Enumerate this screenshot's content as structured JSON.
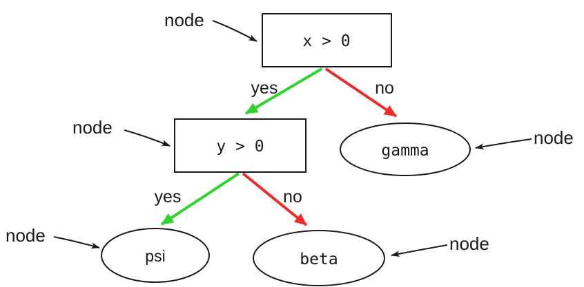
{
  "diagram": {
    "kind": "decision-tree",
    "annotation_label": "node",
    "nodes": {
      "root": {
        "label": "x > 0",
        "shape": "rect"
      },
      "left": {
        "label": "y > 0",
        "shape": "rect"
      },
      "gamma": {
        "label": "gamma",
        "shape": "ellipse"
      },
      "psi": {
        "label": "psi",
        "shape": "ellipse"
      },
      "beta": {
        "label": "beta",
        "shape": "ellipse"
      }
    },
    "edges": [
      {
        "from": "x > 0",
        "to": "y > 0",
        "label": "yes",
        "color_key": "yes"
      },
      {
        "from": "x > 0",
        "to": "gamma",
        "label": "no",
        "color_key": "no"
      },
      {
        "from": "y > 0",
        "to": "psi",
        "label": "yes",
        "color_key": "yes"
      },
      {
        "from": "y > 0",
        "to": "beta",
        "label": "no",
        "color_key": "no"
      }
    ],
    "colors": {
      "yes": "#2ed32e",
      "no": "#ee2b2b",
      "ink": "#1a1a1a"
    }
  }
}
